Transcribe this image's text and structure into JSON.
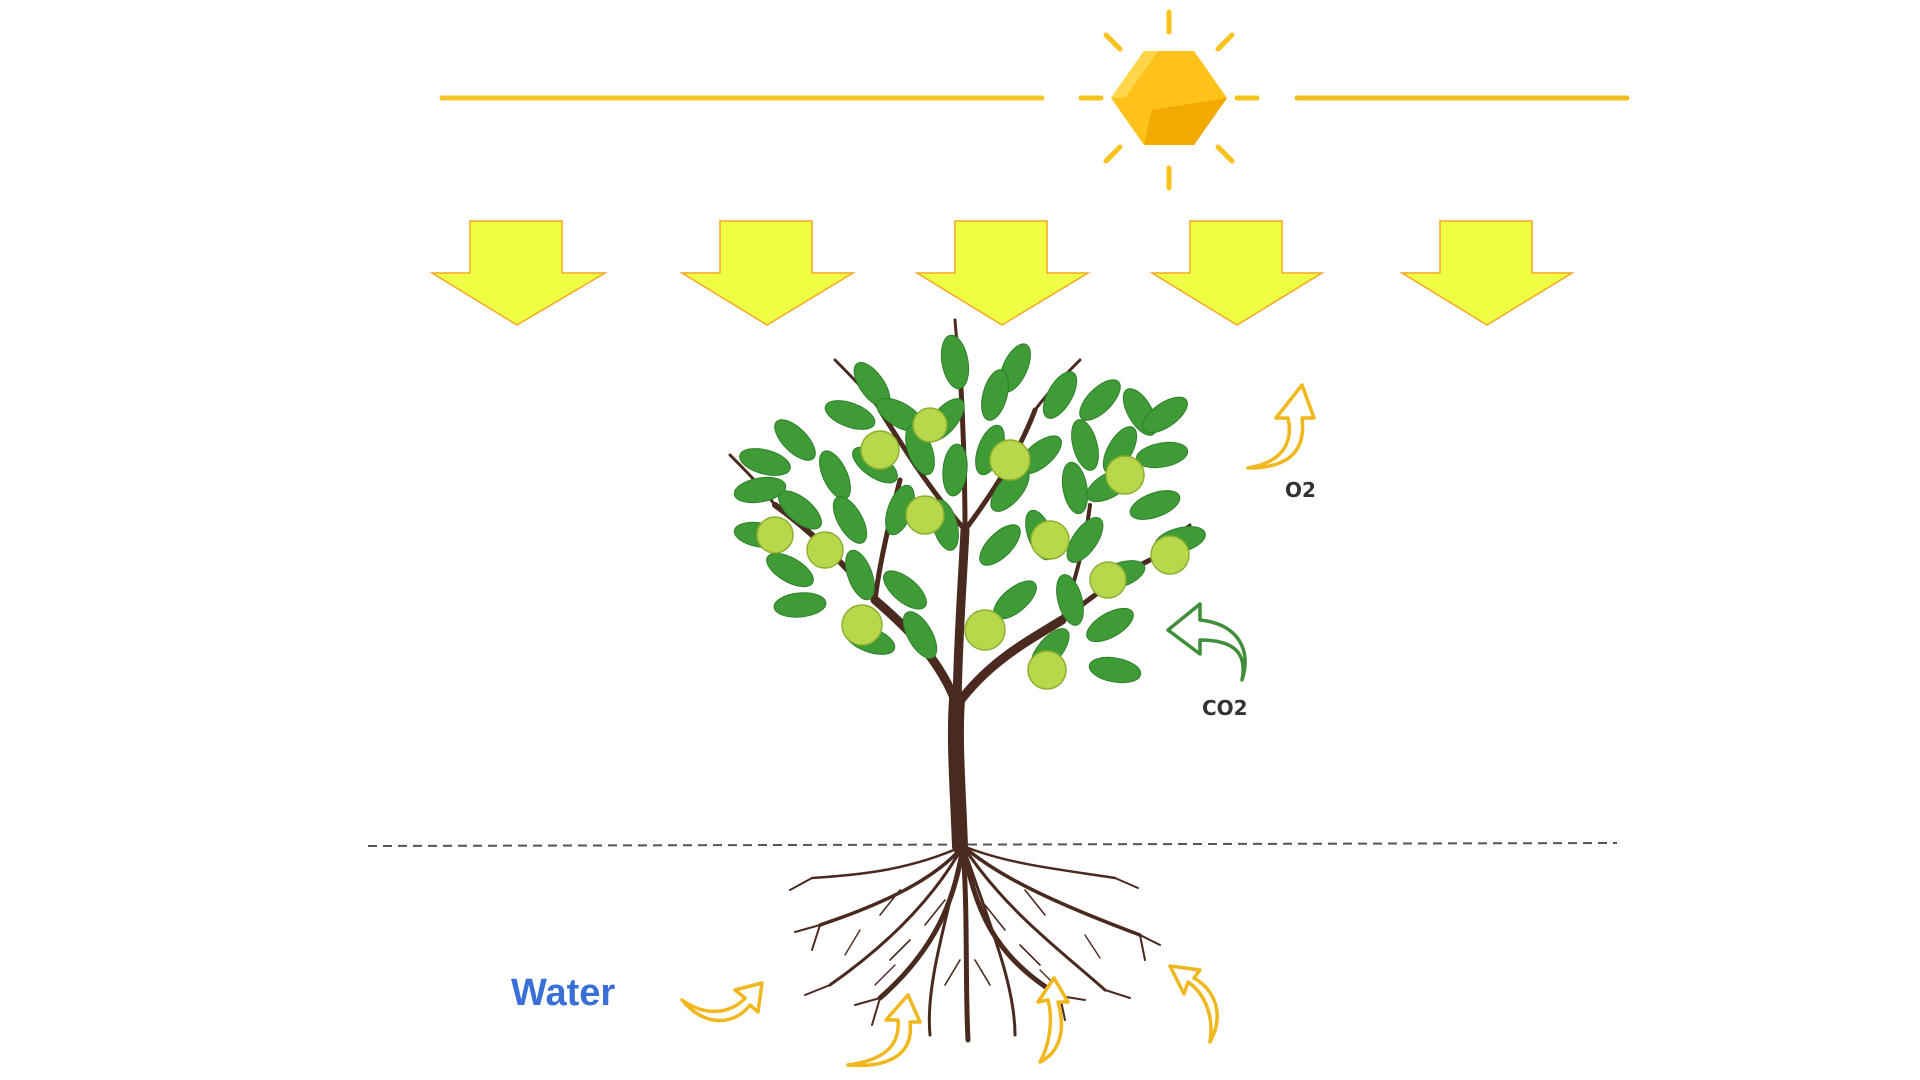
{
  "labels": {
    "o2": "O2",
    "co2": "CO2",
    "water": "Water"
  },
  "colors": {
    "sun_fill": "#FFC21A",
    "sun_shade": "#F2A900",
    "sun_ray": "#F7C21C",
    "light_line": "#F3C623",
    "light_arrow_fill": "#EEFF44",
    "light_arrow_stroke": "#F5A623",
    "leaf_green": "#3E9B36",
    "leaf_dark": "#2F7F2A",
    "fruit_green": "#B7D84A",
    "trunk_brown": "#4A2A1E",
    "o2_arrow": "#F0B81E",
    "co2_arrow": "#3E8E3A",
    "water_arrow": "#F0B81E",
    "water_label": "#3A6FD8",
    "text_dark": "#333333",
    "ground_line": "#555555"
  },
  "icons": {
    "sun": "sun-icon",
    "light_arrow": "down-arrow-icon",
    "flow_arrow": "curved-arrow-icon"
  }
}
